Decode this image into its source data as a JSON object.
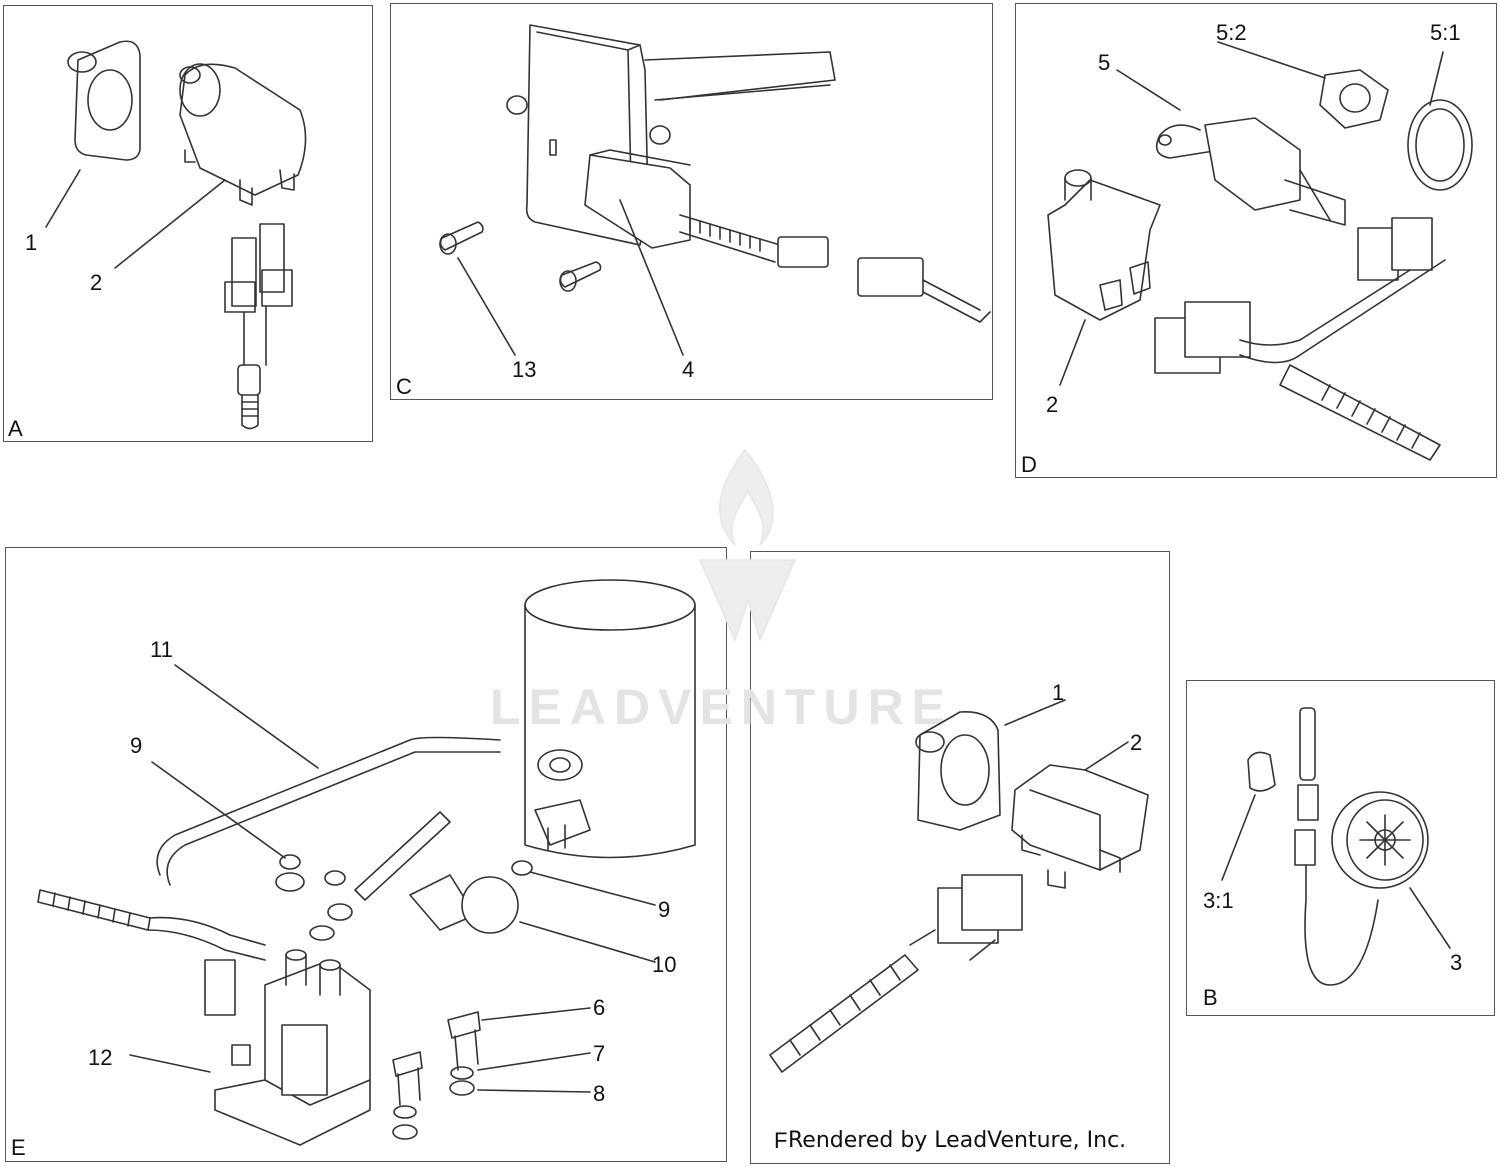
{
  "watermark": "LEADVENTURE",
  "credit": "Rendered by LeadVenture, Inc.",
  "panels": {
    "A": {
      "label": "A",
      "callouts": [
        "1",
        "2"
      ]
    },
    "B": {
      "label": "B",
      "callouts": [
        "3:1",
        "3"
      ]
    },
    "C": {
      "label": "C",
      "callouts": [
        "13",
        "4"
      ]
    },
    "D": {
      "label": "D",
      "callouts": [
        "5:2",
        "5:1",
        "5",
        "2"
      ]
    },
    "E": {
      "label": "E",
      "callouts": [
        "11",
        "9",
        "9",
        "10",
        "6",
        "7",
        "8",
        "12"
      ]
    },
    "F": {
      "label": "F",
      "callouts": [
        "1",
        "2"
      ]
    }
  }
}
